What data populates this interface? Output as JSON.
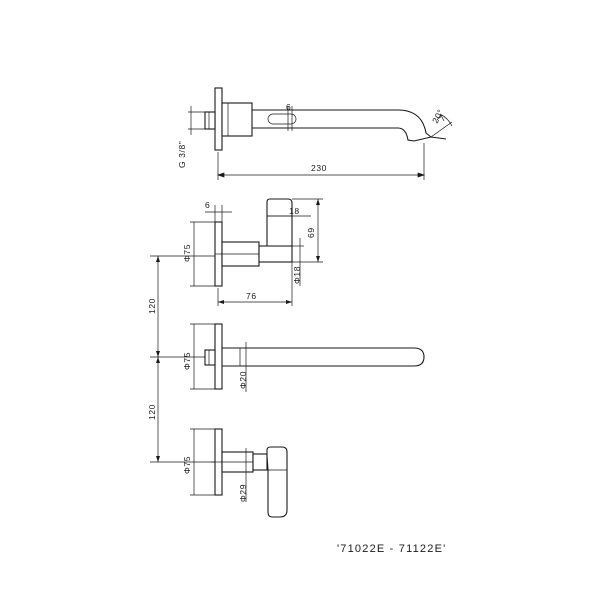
{
  "labels": {
    "thread": "G 3/8\"",
    "d6_top": "6",
    "angle20": "20°",
    "d230": "230",
    "d6_mid": "6",
    "d18": "18",
    "d69": "69",
    "phi75_a": "Φ75",
    "phi18": "Φ18",
    "d76": "76",
    "d120_a": "120",
    "phi75_b": "Φ75",
    "phi20": "Φ20",
    "d120_b": "120",
    "phi75_c": "Φ75",
    "phi29": "Φ29"
  },
  "model_code": "'71022E - 71122E'"
}
